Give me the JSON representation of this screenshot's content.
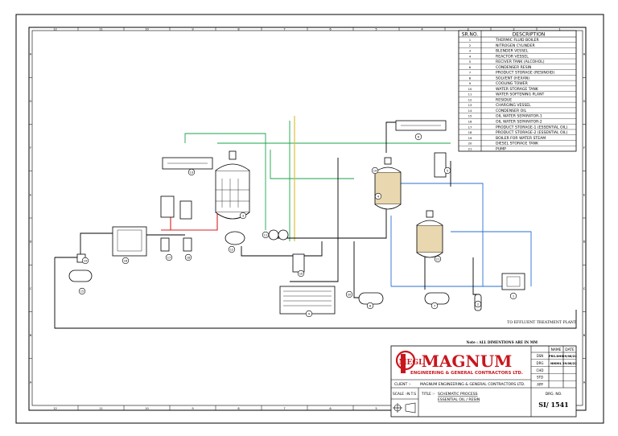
{
  "frame": {
    "column_labels": [
      "12",
      "11",
      "10",
      "9",
      "8",
      "7",
      "6",
      "5",
      "4",
      "3",
      "2",
      "1"
    ],
    "row_labels": [
      "H",
      "G",
      "F",
      "E",
      "D",
      "C",
      "B",
      "A"
    ]
  },
  "legend": {
    "col_srno": "SR.NO.",
    "col_desc": "DESCRIPTION",
    "items": [
      {
        "no": "1",
        "desc": "THERMIC FLUID BOILER"
      },
      {
        "no": "2",
        "desc": "NITROGEN CYLINDER"
      },
      {
        "no": "3",
        "desc": "BLENDER VESSEL"
      },
      {
        "no": "4",
        "desc": "REACTOR VESSEL"
      },
      {
        "no": "5",
        "desc": "RECIVER TANK (ALCOHOL)"
      },
      {
        "no": "6",
        "desc": "CONDENSER RESIN"
      },
      {
        "no": "7",
        "desc": "PRODUCT STORAGE (RESINOID)"
      },
      {
        "no": "8",
        "desc": "SOLVENT (HEXAN)"
      },
      {
        "no": "9",
        "desc": "COOLING TOWER"
      },
      {
        "no": "10",
        "desc": "WATER STORAGE TANK"
      },
      {
        "no": "11",
        "desc": "WATER SOFTENING PLANT"
      },
      {
        "no": "12",
        "desc": "RESIDUE"
      },
      {
        "no": "13",
        "desc": "CHARGING VESSEL"
      },
      {
        "no": "14",
        "desc": "CONDENSER OIL"
      },
      {
        "no": "15",
        "desc": "OIL WATER SEPARATOR-1"
      },
      {
        "no": "16",
        "desc": "OIL WATER SEPARATOR-2"
      },
      {
        "no": "17",
        "desc": "PRODUCT STORAGE-1 (ESSENTIAL OIL)"
      },
      {
        "no": "18",
        "desc": "PRODUCT STORAGE-2 (ESSENTIAL OIL)"
      },
      {
        "no": "19",
        "desc": "BOILER FOR WATER STEAM"
      },
      {
        "no": "20",
        "desc": "DIESEL STORAGE TANK"
      },
      {
        "no": "21",
        "desc": "PUMP"
      }
    ]
  },
  "labels": {
    "effluent": "TO EFFLUENT TREATMENT PLANT",
    "note": "Note : ALL DIMENTIONS ARE IN MM"
  },
  "callouts": [
    "1",
    "2",
    "3",
    "4",
    "5",
    "6",
    "7",
    "8",
    "9",
    "10",
    "11",
    "12",
    "13",
    "14",
    "15",
    "16",
    "17",
    "18",
    "19",
    "20",
    "21"
  ],
  "title_block": {
    "logo_letters": "MEGL",
    "company_name": "MAGNUM",
    "company_sub": "ENGINEERING & GENERAL CONTRACTORS LTD.",
    "hdr_name": "NAME",
    "hdr_date": "DATE",
    "roles": [
      {
        "role": "DSN",
        "name": "PRS.DHS",
        "date": "29/08/22"
      },
      {
        "role": "DRG",
        "name": "NIKHIL",
        "date": "29/08/22"
      },
      {
        "role": "CHD",
        "name": "",
        "date": ""
      },
      {
        "role": "STD",
        "name": "",
        "date": ""
      },
      {
        "role": "APP",
        "name": "",
        "date": ""
      }
    ],
    "client_label": "CLIENT :-",
    "client_value": "MAGNUM ENGINEERING & GENERAL CONTRACTORS LTD.",
    "scale_label": "SCALE :-",
    "scale_value": "N.T.S",
    "title_label": "TITLE :-",
    "title_line1": "SCHEMATIC PROCESS",
    "title_line2": "ESSENTIAL OIL / RESIN",
    "drg_no_label": "DRG. NO.",
    "drg_no_value": "SI/ 1541"
  },
  "colors": {
    "green": "#1aa34a",
    "red": "#d62020",
    "blue": "#2a6fd0",
    "yellow": "#d9c23a",
    "logo_red": "#c8161d",
    "tank_fill": "#e9d7b0"
  }
}
